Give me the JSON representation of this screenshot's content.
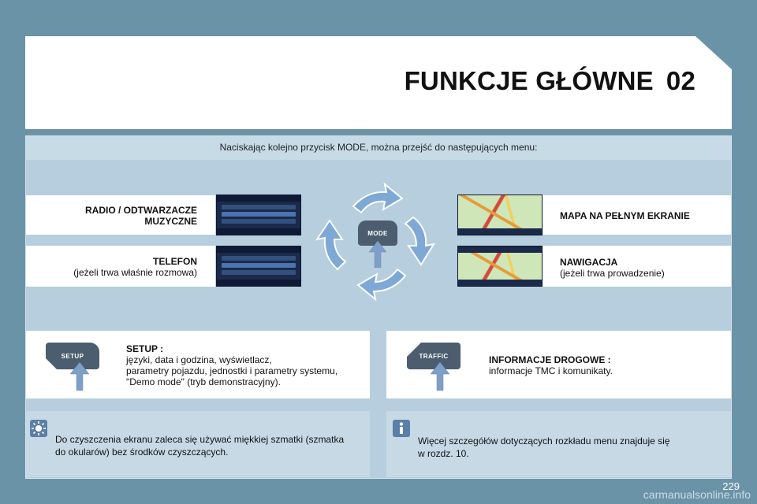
{
  "header": {
    "title": "FUNKCJE GŁÓWNE",
    "chapter": "02"
  },
  "intro": "Naciskając kolejno przycisk MODE, można przejść do następujących menu:",
  "menus": {
    "radio": {
      "title_line1": "RADIO / ODTWARZACZE",
      "title_line2": "MUZYCZNE"
    },
    "telefon": {
      "title": "TELEFON",
      "subtitle": "(jeżeli trwa właśnie rozmowa)"
    },
    "mapa": {
      "title": "MAPA NA PEŁNYM EKRANIE"
    },
    "nawigacja": {
      "title": "NAWIGACJA",
      "subtitle": "(jeżeli trwa prowadzenie)"
    }
  },
  "mode_button": {
    "label": "MODE"
  },
  "setup": {
    "button_label": "SETUP",
    "title": "SETUP :",
    "lines": [
      "języki, data i godzina, wyświetlacz,",
      "parametry pojazdu, jednostki i parametry systemu,",
      "\"Demo mode\" (tryb demonstracyjny)."
    ]
  },
  "traffic": {
    "button_label": "TRAFFIC",
    "title": "INFORMACJE DROGOWE :",
    "text": "informacje TMC i komunikaty."
  },
  "notes": {
    "cleaning": [
      "Do czyszczenia ekranu zaleca się używać miękkiej szmatki (szmatka",
      "do okularów) bez środków czyszczących."
    ],
    "info": [
      "Więcej szczegółów dotyczących rozkładu menu znajduje się",
      "w rozdz. 10."
    ]
  },
  "page_number": "229",
  "watermark": "carmanualsonline.info",
  "colors": {
    "background": "#6a93a8",
    "panel": "#b6cedd",
    "arrow": "#7e9fc8",
    "screen": "#1b2a4a"
  }
}
